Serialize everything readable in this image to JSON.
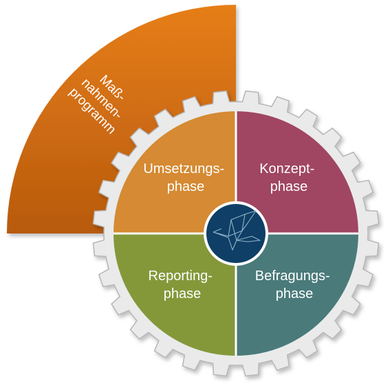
{
  "fan": {
    "label_lines": [
      "Maß-",
      "nahmen-",
      "programm"
    ],
    "color_top": "#E67E16",
    "color_bottom": "#B85A0F"
  },
  "segments": [
    {
      "key": "umsetzung",
      "lines": [
        "Umsetzungs-",
        "phase"
      ],
      "color": "#D58A33"
    },
    {
      "key": "konzept",
      "lines": [
        "Konzept-",
        "phase"
      ],
      "color": "#A04662"
    },
    {
      "key": "reporting",
      "lines": [
        "Reporting-",
        "phase"
      ],
      "color": "#84983A"
    },
    {
      "key": "befragung",
      "lines": [
        "Befragungs-",
        "phase"
      ],
      "color": "#4A7A7A"
    }
  ],
  "gear": {
    "color": "#EAEAEA",
    "edge": "#B5B5B5"
  },
  "center": {
    "color": "#0F3F66",
    "icon": "origami-bird-icon"
  }
}
